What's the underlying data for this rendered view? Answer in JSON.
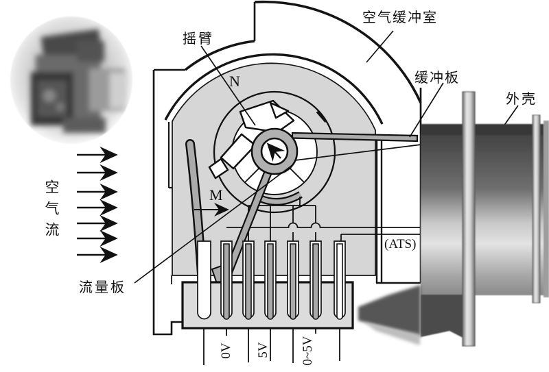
{
  "diagram": {
    "description": "vane-type air flow meter cutaway schematic with photo insets",
    "labels": {
      "air_damping_chamber": "空气缓冲室",
      "rocker_arm": "摇臂",
      "damping_plate": "缓冲板",
      "housing": "外壳",
      "air_flow": "空气流",
      "flow_plate": "流量板",
      "ats": "(ATS)",
      "n": "N",
      "m": "M"
    },
    "terminals": {
      "t0v": "0V",
      "t5v": "5V",
      "t0_5v": "0~5V"
    },
    "air_flow_arrow_count": 7,
    "connector_pin_count": 7,
    "colors": {
      "line": "#141414",
      "dome_fill": "#d6d6d6",
      "part_gray": "#adadad",
      "block_fill": "#dcdcdc",
      "photo_dark": "#4c4c4c"
    }
  }
}
